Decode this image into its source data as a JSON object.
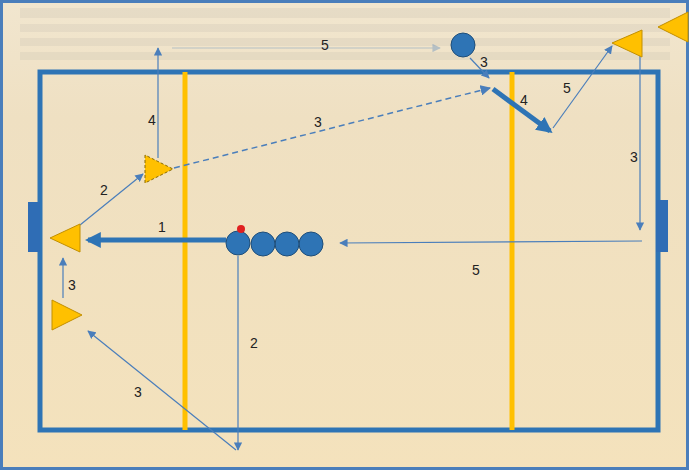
{
  "diagram": {
    "labels": [
      "5",
      "3",
      "5",
      "4",
      "3",
      "4",
      "3",
      "2",
      "1",
      "5",
      "3",
      "2",
      "3"
    ]
  }
}
